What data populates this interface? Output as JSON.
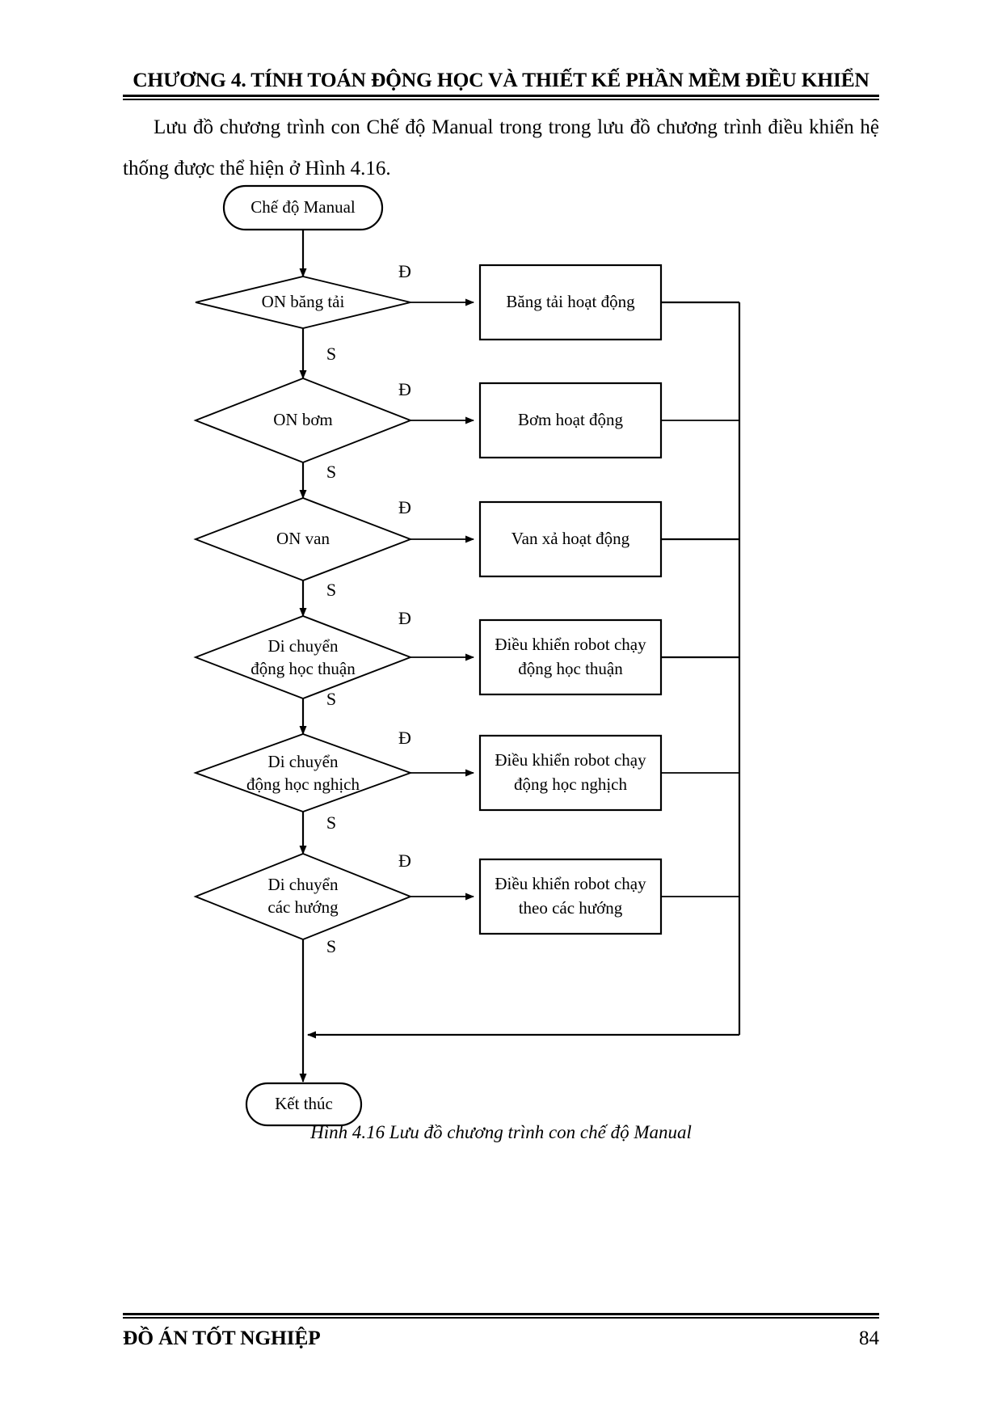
{
  "header": {
    "title": "CHƯƠNG 4. TÍNH TOÁN ĐỘNG HỌC VÀ THIẾT KẾ PHẦN MỀM ĐIỀU KHIỂN"
  },
  "body": {
    "paragraph": "Lưu đồ chương trình con Chế độ Manual trong trong lưu đồ chương trình điều khiển hệ thống được thể hiện ở Hình 4.16."
  },
  "flowchart": {
    "start": "Chế độ Manual",
    "end": "Kết thúc",
    "yes_label": "Đ",
    "no_label": "S",
    "branches": [
      {
        "decision": "ON băng tải",
        "decision_line2": "",
        "action": "Băng tải hoạt động",
        "action_line2": ""
      },
      {
        "decision": "ON bơm",
        "decision_line2": "",
        "action": "Bơm hoạt động",
        "action_line2": ""
      },
      {
        "decision": "ON van",
        "decision_line2": "",
        "action": "Van xả hoạt động",
        "action_line2": ""
      },
      {
        "decision": "Di chuyển",
        "decision_line2": "động học thuận",
        "action": "Điều khiển robot chạy",
        "action_line2": "động học thuận"
      },
      {
        "decision": "Di chuyển",
        "decision_line2": "động học nghịch",
        "action": "Điều khiển robot chạy",
        "action_line2": "động học nghịch"
      },
      {
        "decision": "Di chuyển",
        "decision_line2": "các hướng",
        "action": "Điều khiển robot chạy",
        "action_line2": "theo các hướng"
      }
    ]
  },
  "caption": "Hình 4.16 Lưu đồ chương trình con chế độ Manual",
  "footer": {
    "title": "ĐỒ ÁN TỐT NGHIỆP",
    "page": "84"
  }
}
